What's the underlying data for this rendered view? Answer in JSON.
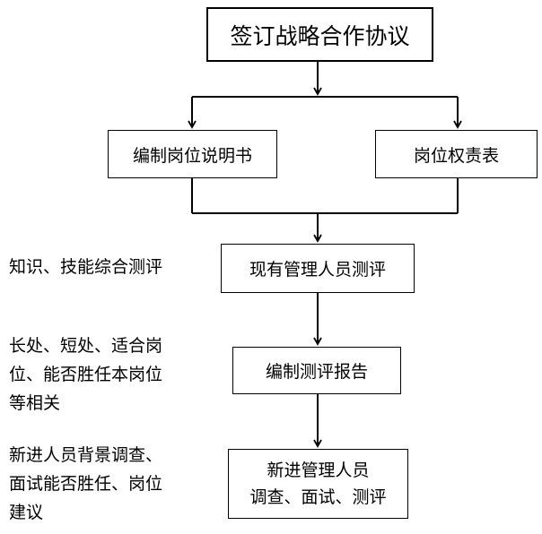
{
  "nodes": {
    "agreement": "签订战略合作协议",
    "job_description": "编制岗位说明书",
    "responsibility_table": "岗位权责表",
    "staff_assessment": "现有管理人员测评",
    "assessment_report": "编制测评报告",
    "new_staff": "新进管理人员\n调查、面试、测评"
  },
  "notes": {
    "assessment_note": "知识、技能综合测评",
    "report_note": "长处、短处、适合岗\n位、能否胜任本岗位\n等相关",
    "new_staff_note": "新进人员背景调查、\n面试能否胜任、岗位\n建议"
  }
}
